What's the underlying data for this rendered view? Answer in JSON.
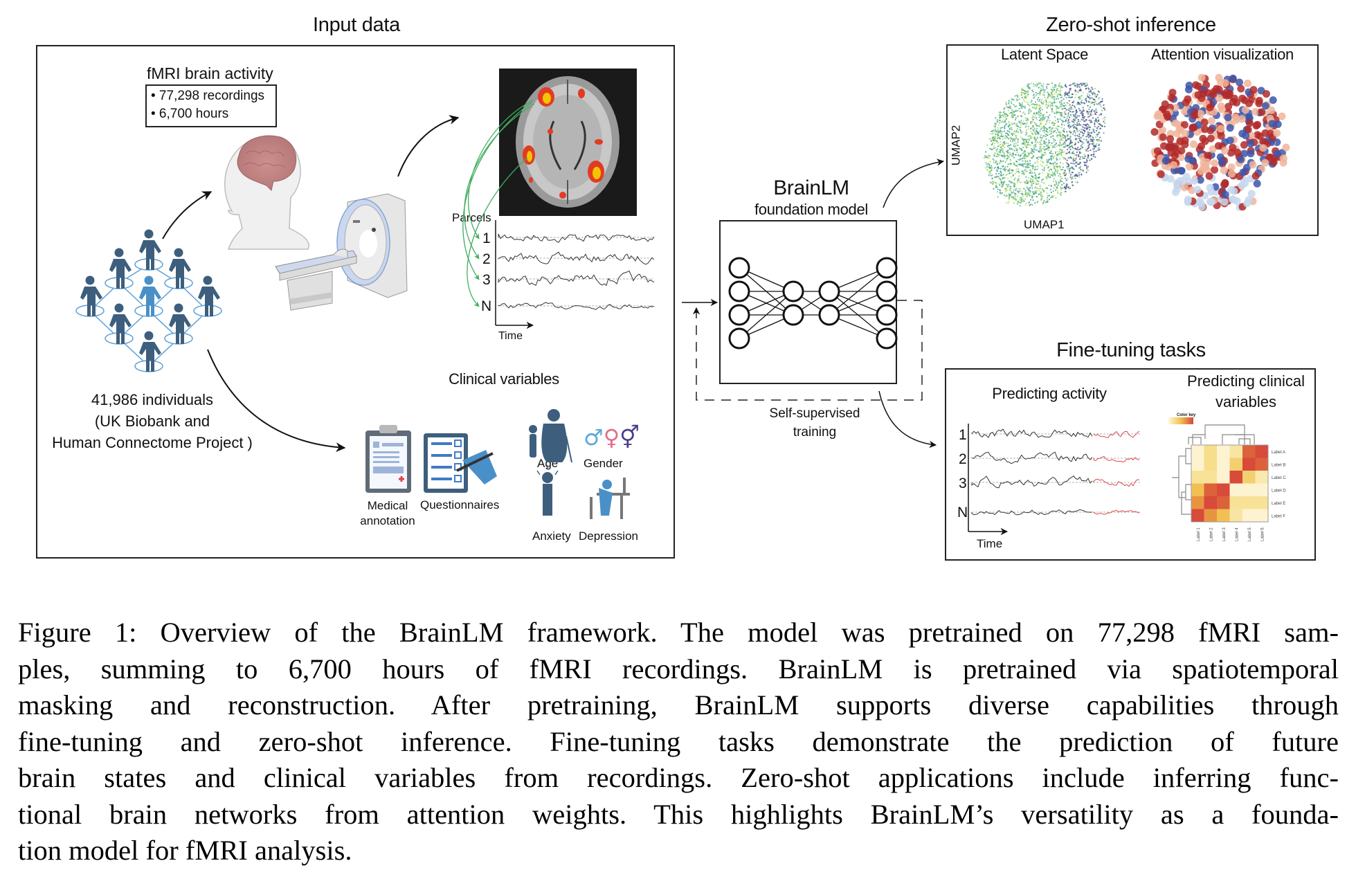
{
  "figure": {
    "input_panel": {
      "title": "Input data",
      "fmri": {
        "heading": "fMRI brain activity",
        "stats": [
          "• 77,298 recordings",
          "• 6,700 hours"
        ]
      },
      "individuals": {
        "lines": [
          "41,986 individuals",
          "(UK Biobank and",
          "Human Connectome Project )"
        ]
      },
      "parcels": {
        "label": "Parcels",
        "rows": [
          "1",
          "2",
          "3",
          "N"
        ],
        "time_label": "Time"
      },
      "clinical": {
        "heading": "Clinical variables",
        "items": [
          {
            "icon": "clipboard-icon",
            "label_lines": [
              "Medical",
              "annotation"
            ]
          },
          {
            "icon": "checklist-icon",
            "label_lines": [
              "Questionnaires"
            ]
          },
          {
            "icon": "age-icon",
            "label_lines": [
              "Age"
            ]
          },
          {
            "icon": "gender-icon",
            "label_lines": [
              "Gender"
            ]
          },
          {
            "icon": "anxiety-icon",
            "label_lines": [
              "Anxiety"
            ]
          },
          {
            "icon": "depression-icon",
            "label_lines": [
              "Depression"
            ]
          }
        ],
        "gender_symbols": [
          "♂",
          "♀",
          "⚥"
        ]
      }
    },
    "model": {
      "title": "BrainLM",
      "subtitle": "foundation model",
      "training_lines": [
        "Self-supervised",
        "training"
      ],
      "layers": [
        4,
        2,
        2,
        4
      ]
    },
    "zero_shot": {
      "title": "Zero-shot inference",
      "latent_title": "Latent Space",
      "attention_title": "Attention visualization",
      "xlabel": "UMAP1",
      "ylabel": "UMAP2"
    },
    "fine_tuning": {
      "title": "Fine-tuning tasks",
      "activity_title": "Predicting activity",
      "clinical_title_lines": [
        "Predicting clinical",
        "variables"
      ],
      "rows": [
        "1",
        "2",
        "3",
        "N"
      ],
      "time_label": "Time",
      "heatmap": {
        "color_key_label": "Color key",
        "row_labels": [
          "Label A",
          "Label B",
          "Label C",
          "Label D",
          "Label E",
          "Label F"
        ],
        "col_labels": [
          "Label 1",
          "Label 2",
          "Label 3",
          "Label 4",
          "Label 5",
          "Label 6"
        ],
        "values": [
          [
            0.05,
            0.35,
            0.05,
            0.25,
            0.85,
            0.95
          ],
          [
            0.05,
            0.35,
            0.05,
            0.45,
            0.95,
            0.85
          ],
          [
            0.3,
            0.3,
            0.05,
            0.95,
            0.45,
            0.2
          ],
          [
            0.55,
            0.85,
            0.95,
            0.05,
            0.05,
            0.05
          ],
          [
            0.7,
            0.95,
            0.85,
            0.3,
            0.3,
            0.3
          ],
          [
            0.95,
            0.7,
            0.55,
            0.25,
            0.05,
            0.05
          ]
        ]
      }
    },
    "colors": {
      "person": "#3d5f7d",
      "person_highlight": "#4a90c8",
      "network": "#5a9fd8",
      "green_arrow": "#3fae5e",
      "prediction": "#e04848",
      "brain_pink": "#c08585"
    }
  },
  "caption": {
    "lines": [
      "Figure 1: Overview of the BrainLM framework.  The model was pretrained on 77,298 fMRI sam-",
      "ples, summing to 6,700 hours of fMRI recordings.  BrainLM is pretrained via spatiotemporal",
      "masking and reconstruction.  After pretraining, BrainLM supports diverse capabilities through",
      "fine-tuning and zero-shot inference.  Fine-tuning tasks demonstrate the prediction of future",
      "brain states and clinical variables from recordings. Zero-shot applications include inferring func-",
      "tional brain networks from attention weights.  This highlights BrainLM’s versatility as a founda-",
      "tion model for fMRI analysis."
    ]
  }
}
